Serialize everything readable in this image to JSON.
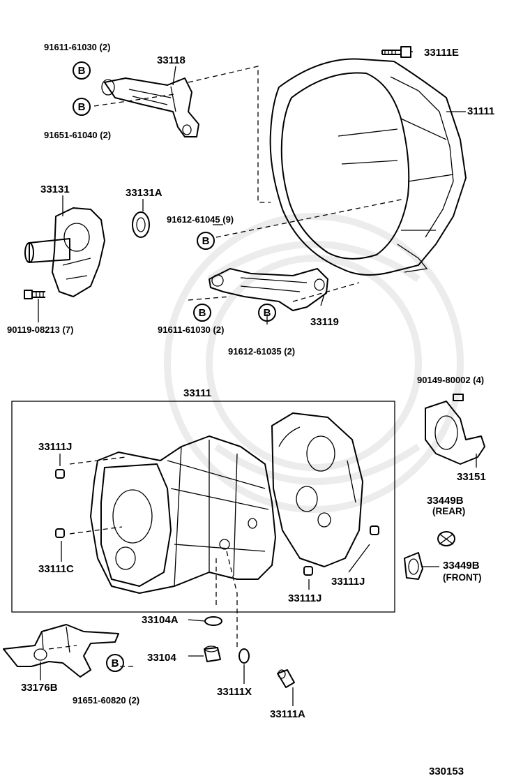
{
  "parts": {
    "p91611_61030_top": "91611-61030 (2)",
    "p33118": "33118",
    "p91651_61040": "91651-61040 (2)",
    "p33111E": "33111E",
    "p31111": "31111",
    "p33131": "33131",
    "p33131A": "33131A",
    "p91612_61045": "91612-61045 (9)",
    "p90119_08213": "90119-08213 (7)",
    "p91611_61030_bot": "91611-61030 (2)",
    "p33119": "33119",
    "p91612_61035": "91612-61035 (2)",
    "p33111": "33111",
    "p90149_80002": "90149-80002 (4)",
    "p33111J_a": "33111J",
    "p33151": "33151",
    "p33449B_rear": "33449B",
    "p_rear": "(REAR)",
    "p33111C": "33111C",
    "p33449B_front": "33449B",
    "p_front": "(FRONT)",
    "p33111J_b": "33111J",
    "p33111J_c": "33111J",
    "p33104A": "33104A",
    "p33104": "33104",
    "p33176B": "33176B",
    "p91651_60820": "91651-60820 (2)",
    "p33111X": "33111X",
    "p33111A": "33111A"
  },
  "bolt_marker": "B",
  "ref_number": "330153"
}
